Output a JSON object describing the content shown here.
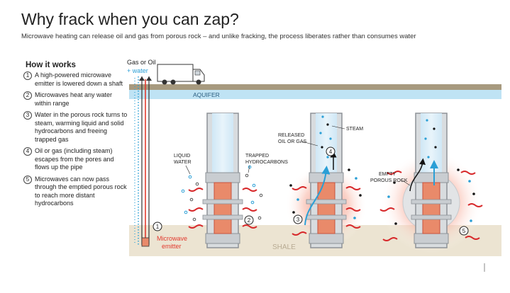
{
  "header": {
    "title": "Why frack when you can zap?",
    "subtitle": "Microwave heating can release oil and gas from porous rock – and unlike fracking, the process liberates rather than consumes water"
  },
  "how_it_works": {
    "title": "How it works",
    "steps": [
      {
        "num": "1",
        "text": "A high-powered microwave emitter is lowered down a shaft"
      },
      {
        "num": "2",
        "text": "Microwaves heat any water within range"
      },
      {
        "num": "3",
        "text": "Water in the porous rock turns to steam, warming liquid and solid hydrocarbons and freeing trapped gas"
      },
      {
        "num": "4",
        "text": "Oil or gas (including steam) escapes from the pores and flows up the pipe"
      },
      {
        "num": "5",
        "text": "Microwaves can now pass through the emptied porous rock to reach more distant hydrocarbons"
      }
    ]
  },
  "diagram": {
    "gas_or_oil": "Gas or Oil",
    "plus_water": "+ water",
    "aquifer": "AQUIFER",
    "shale": "SHALE",
    "microwave_emitter_line1": "Microwave",
    "microwave_emitter_line2": "emitter",
    "liquid_water_line1": "LIQUID",
    "liquid_water_line2": "WATER",
    "trapped_hc_line1": "TRAPPED",
    "trapped_hc_line2": "HYDROCARBONS",
    "released_line1": "RELEASED",
    "released_line2": "OIL OR GAS",
    "steam": "STEAM",
    "empty_rock_line1": "EMPTY",
    "empty_rock_line2": "POROUS ROCK",
    "marker_1": "1",
    "marker_2": "2",
    "marker_3": "3",
    "marker_4": "4",
    "marker_5": "5"
  },
  "colors": {
    "water_blue": "#2a9fd6",
    "aquifer_blue": "#bfe3f4",
    "ground_brown": "#a79a7f",
    "shale_tan": "#ece4d2",
    "emitter_red": "#e23a2e",
    "emitter_orange": "#e98a6a",
    "pipe_grey": "#8d9297"
  }
}
